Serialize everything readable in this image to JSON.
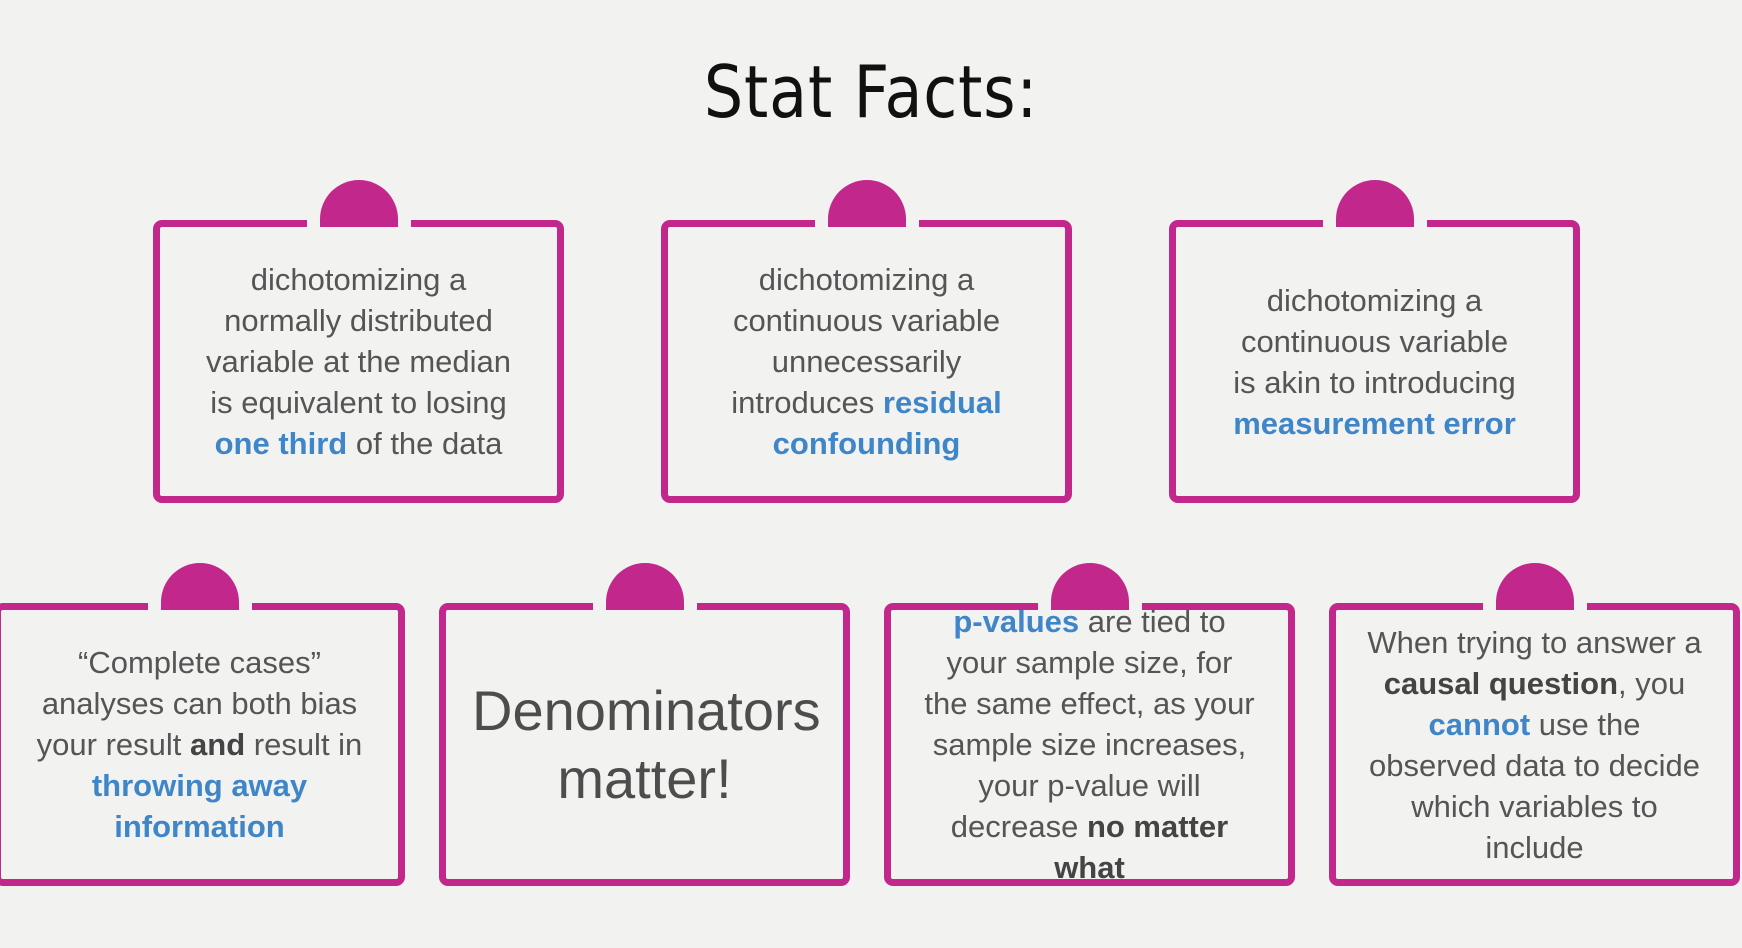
{
  "title": "Stat Facts:",
  "colors": {
    "accent": "#c2288b",
    "highlight": "#3e86c8",
    "text": "#555555",
    "background": "#f2f2f1"
  },
  "cards": {
    "c1": {
      "pre": "dichotomizing a normally distributed variable at the median is equivalent to losing ",
      "hl": "one third",
      "post": " of the data"
    },
    "c2": {
      "pre": "dichotomizing a continuous variable unnecessarily introduces ",
      "hl": "residual confounding"
    },
    "c3": {
      "pre": "dichotomizing a continuous variable is akin to introducing ",
      "hl": "measurement error"
    },
    "c4": {
      "pre": "“Complete cases” analyses can both bias your result ",
      "bold": "and",
      "mid": " result in ",
      "hl": "throwing away information"
    },
    "c5": {
      "line1": "Denominators",
      "line2": "matter!"
    },
    "c6": {
      "hl": "p-values",
      "mid": " are tied to your sample size, for the same effect, as your sample size increases, your p-value will decrease ",
      "bold": "no matter what"
    },
    "c7": {
      "pre": "When trying to answer a ",
      "bold": "causal question",
      "mid": ", you ",
      "hl": "cannot",
      "post": " use the observed data to decide which variables to include"
    }
  }
}
